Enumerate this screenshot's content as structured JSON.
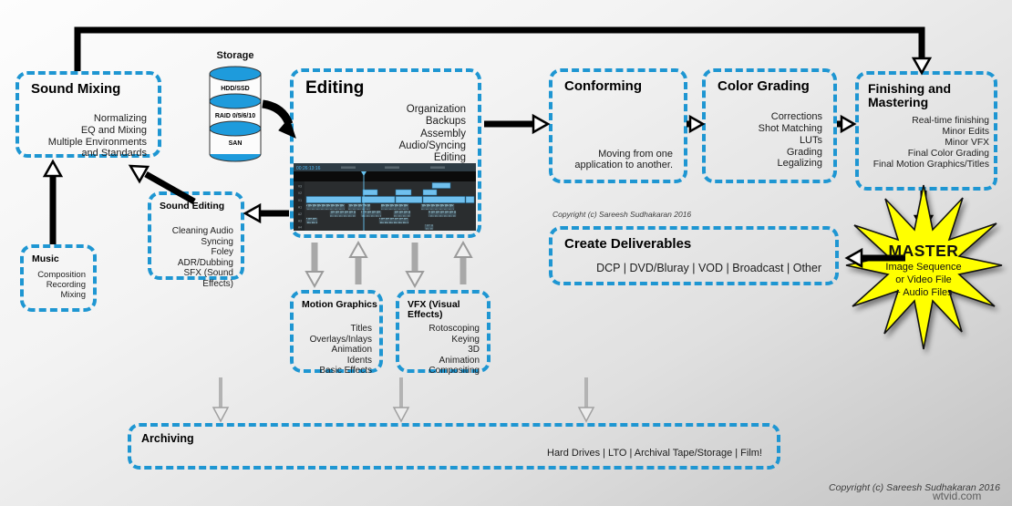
{
  "canvas": {
    "copyright_inline": "Copyright (c) Sareesh Sudhakaran 2016",
    "copyright_footer": "Copyright (c) Sareesh Sudhakaran 2016",
    "watermark": "wtvid.com"
  },
  "colors": {
    "border_blue": "#1E96D2",
    "star_yellow": "#FFFF00",
    "arrow_black": "#000000",
    "arrow_gray": "#A8A8A8",
    "clip_blue": "#70C0EE"
  },
  "storage": {
    "title": "Storage",
    "tiers": [
      "HDD/SSD",
      "RAID 0/5/6/10",
      "SAN"
    ]
  },
  "boxes": {
    "sound_mixing": {
      "title": "Sound Mixing",
      "items": [
        "Normalizing",
        "EQ and Mixing",
        "Multiple Environments",
        "and Standards"
      ]
    },
    "editing": {
      "title": "Editing",
      "items": [
        "Organization",
        "Backups",
        "Assembly",
        "Audio/Syncing",
        "Editing"
      ]
    },
    "conforming": {
      "title": "Conforming",
      "items": [
        "Moving from one",
        "application to another."
      ]
    },
    "color_grading": {
      "title": "Color Grading",
      "items": [
        "Corrections",
        "Shot Matching",
        "LUTs",
        "Grading",
        "Legalizing"
      ]
    },
    "finishing": {
      "title": "Finishing and Mastering",
      "items": [
        "Real-time finishing",
        "Minor Edits",
        "Minor VFX",
        "Final Color Grading",
        "Final Motion Graphics/Titles"
      ]
    },
    "sound_editing": {
      "title": "Sound Editing",
      "items": [
        "Cleaning Audio",
        "Syncing",
        "Foley",
        "ADR/Dubbing",
        "SFX (Sound Effects)"
      ]
    },
    "music": {
      "title": "Music",
      "items": [
        "Composition",
        "Recording",
        "Mixing"
      ]
    },
    "create_deliverables": {
      "title": "Create Deliverables",
      "items": [
        "DCP | DVD/Bluray | VOD | Broadcast | Other"
      ]
    },
    "motion_graphics": {
      "title": "Motion Graphics",
      "items": [
        "Titles",
        "Overlays/Inlays",
        "Animation",
        "Idents",
        "Basic Effects"
      ]
    },
    "vfx": {
      "title": "VFX (Visual Effects)",
      "items": [
        "Rotoscoping",
        "Keying",
        "3D",
        "Animation",
        "Compositing"
      ]
    },
    "archiving": {
      "title": "Archiving",
      "items": [
        "Hard Drives | LTO | Archival Tape/Storage | Film!"
      ]
    }
  },
  "master_star": {
    "title": "MASTER",
    "items": [
      "Image Sequence",
      "or Video File",
      "+ Audio Files"
    ]
  },
  "timeline": {
    "timecode": "00:26:13:16",
    "video_tracks": [
      "V3",
      "V2",
      "V1"
    ],
    "audio_tracks": [
      "A1",
      "A2",
      "A3",
      "A4"
    ]
  }
}
